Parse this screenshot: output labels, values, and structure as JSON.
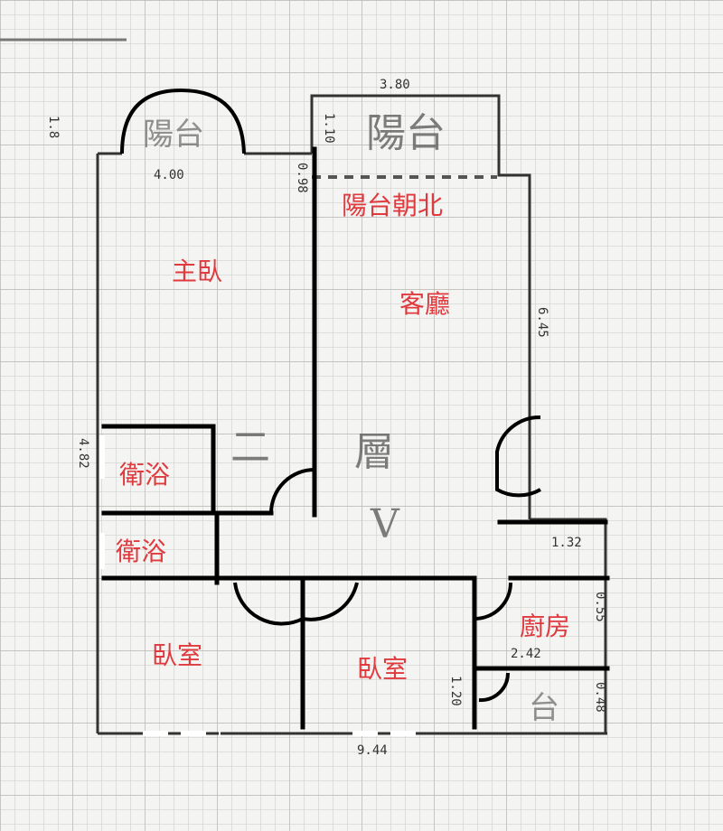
{
  "rooms": {
    "master_bedroom": "主臥",
    "living_room": "客廳",
    "balcony_north": "陽台朝北",
    "bathroom_1": "衛浴",
    "bathroom_2": "衛浴",
    "bedroom_1": "臥室",
    "bedroom_2": "臥室",
    "kitchen": "廚房"
  },
  "handwritten": {
    "balcony_top": "陽台",
    "balcony_small": "陽台",
    "balcony_bottom": "台",
    "floor_two": "二",
    "floor_layer": "層",
    "check": "V"
  },
  "dimensions": {
    "top_width": "3.80",
    "living_height": "6.45",
    "bottom_width": "9.44",
    "kitchen_width": "1.32",
    "service_width": "2.42",
    "master_width": "4.00",
    "left_height": "4.82",
    "small_1": "1.10",
    "small_2": "0.98",
    "small_3": "1.20",
    "small_4": "0.55",
    "small_5": "0.48",
    "small_6": "1.8"
  }
}
